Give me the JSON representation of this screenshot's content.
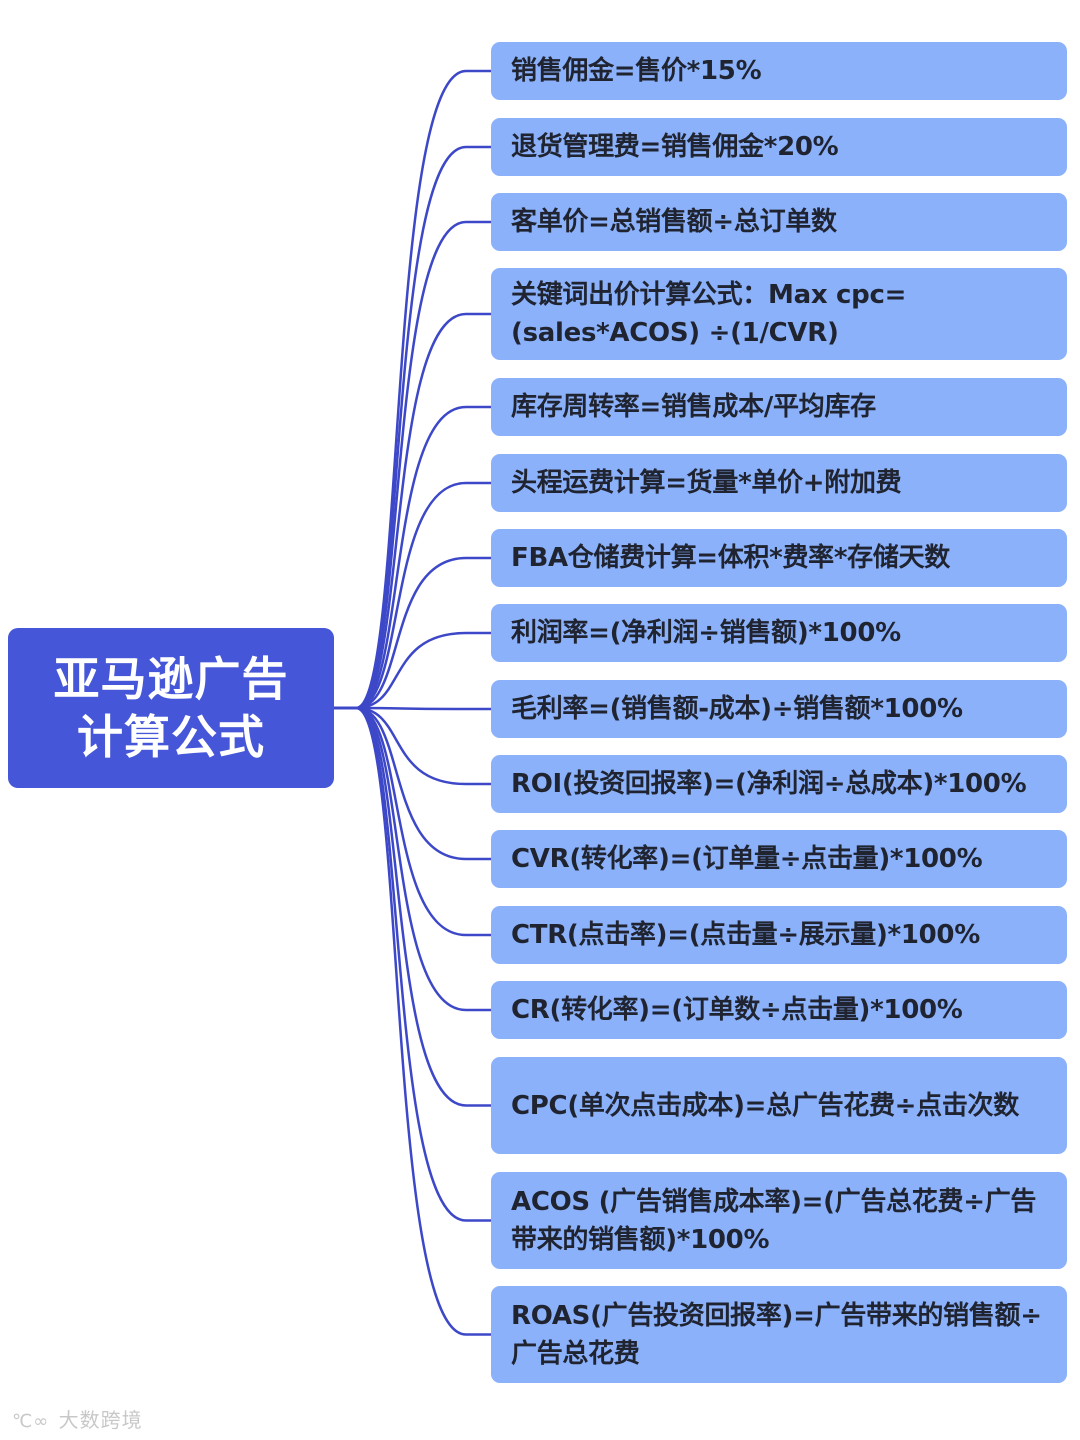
{
  "root": {
    "lines": [
      "亚马逊广告",
      "计算公式"
    ]
  },
  "colors": {
    "root_fill": "#4556d8",
    "branch_fill": "#8bb1fb",
    "connector": "#3d48c8",
    "text": "#1f2430"
  },
  "branches": [
    {
      "text": "销售佣金=售价*15%"
    },
    {
      "text": "退货管理费=销售佣金*20%"
    },
    {
      "text": "客单价=总销售额÷总订单数"
    },
    {
      "text": "关键词出价计算公式：Max cpc=(sales*ACOS) ÷(1/CVR)"
    },
    {
      "text": "库存周转率=销售成本/平均库存"
    },
    {
      "text": "头程运费计算=货量*单价+附加费"
    },
    {
      "text": "FBA仓储费计算=体积*费率*存储天数"
    },
    {
      "text": "利润率=(净利润÷销售额)*100%"
    },
    {
      "text": "毛利率=(销售额-成本)÷销售额*100%"
    },
    {
      "text": "ROI(投资回报率)=(净利润÷总成本)*100%"
    },
    {
      "text": "CVR(转化率)=(订单量÷点击量)*100%"
    },
    {
      "text": "CTR(点击率)=(点击量÷展示量)*100%"
    },
    {
      "text": "CR(转化率)=(订单数÷点击量)*100%"
    },
    {
      "text": "CPC(单次点击成本)=总广告花费÷点击次数"
    },
    {
      "text": "ACOS (广告销售成本率)=(广告总花费÷广告带来的销售额)*100%"
    },
    {
      "text": "ROAS(广告投资回报率)=广告带来的销售额÷广告总花费"
    }
  ],
  "watermark": {
    "logo": "℃∞",
    "text": "大数跨境"
  }
}
